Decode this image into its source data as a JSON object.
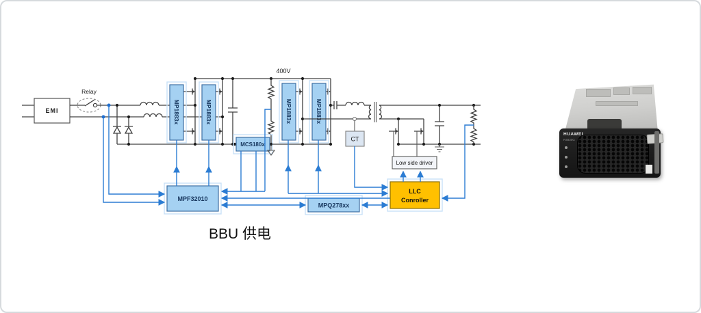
{
  "diagram": {
    "labels": {
      "emi": "EMI",
      "relay": "Relay",
      "bus_voltage": "400V",
      "caption": "BBU 供电"
    },
    "blocks": {
      "mp1883x": "MP1883x",
      "mcs": "MCS180x",
      "mpf": "MPF32010",
      "mpq": "MPQ278xx",
      "ct": "CT",
      "low_side_driver": "Low side driver",
      "llc_line1": "LLC",
      "llc_line2": "Conroller"
    },
    "colors": {
      "block_fill": "#a5d1f2",
      "llc_fill": "#ffc000",
      "ct_fill": "#dce6f2",
      "driver_fill": "#f2f4f8",
      "control_wire": "#2b7cd3",
      "power_wire": "#404040"
    }
  },
  "photo": {
    "brand": "HUAWEI",
    "model": "R4830G"
  }
}
